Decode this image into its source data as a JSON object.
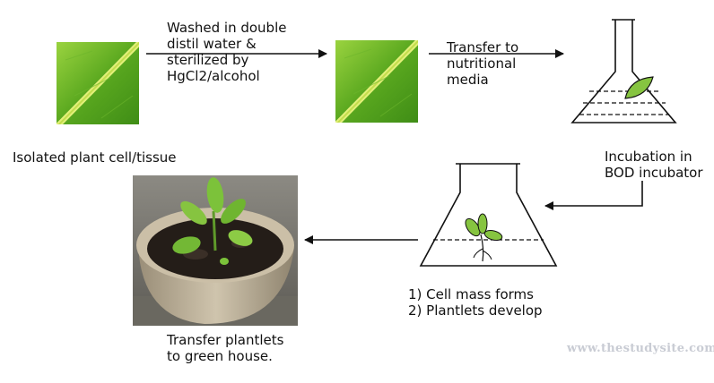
{
  "steps": {
    "isolated_label": "Isolated plant cell/tissue",
    "wash_label": "Washed in double\ndistil water &\nsterilized by\nHgCl2/alcohol",
    "transfer_media_label": "Transfer to\nnutritional\nmedia",
    "incubation_label": "Incubation in\nBOD incubator",
    "growth_label": "1) Cell mass forms\n2) Plantlets develop",
    "greenhouse_label": "Transfer plantlets\nto green house."
  },
  "watermark": "www.thestudysite.com",
  "colors": {
    "leaf_green": "#6fbf3c",
    "leaf_vein": "#d8e86a",
    "plant_green": "#86c440",
    "arrow": "#111111",
    "soil": "#2a221c",
    "pot": "#b8ab94"
  },
  "icons": [
    "leaf-tissue-photo",
    "flask-with-leaf",
    "flask-with-plantlet",
    "potted-plantlet-photo"
  ]
}
